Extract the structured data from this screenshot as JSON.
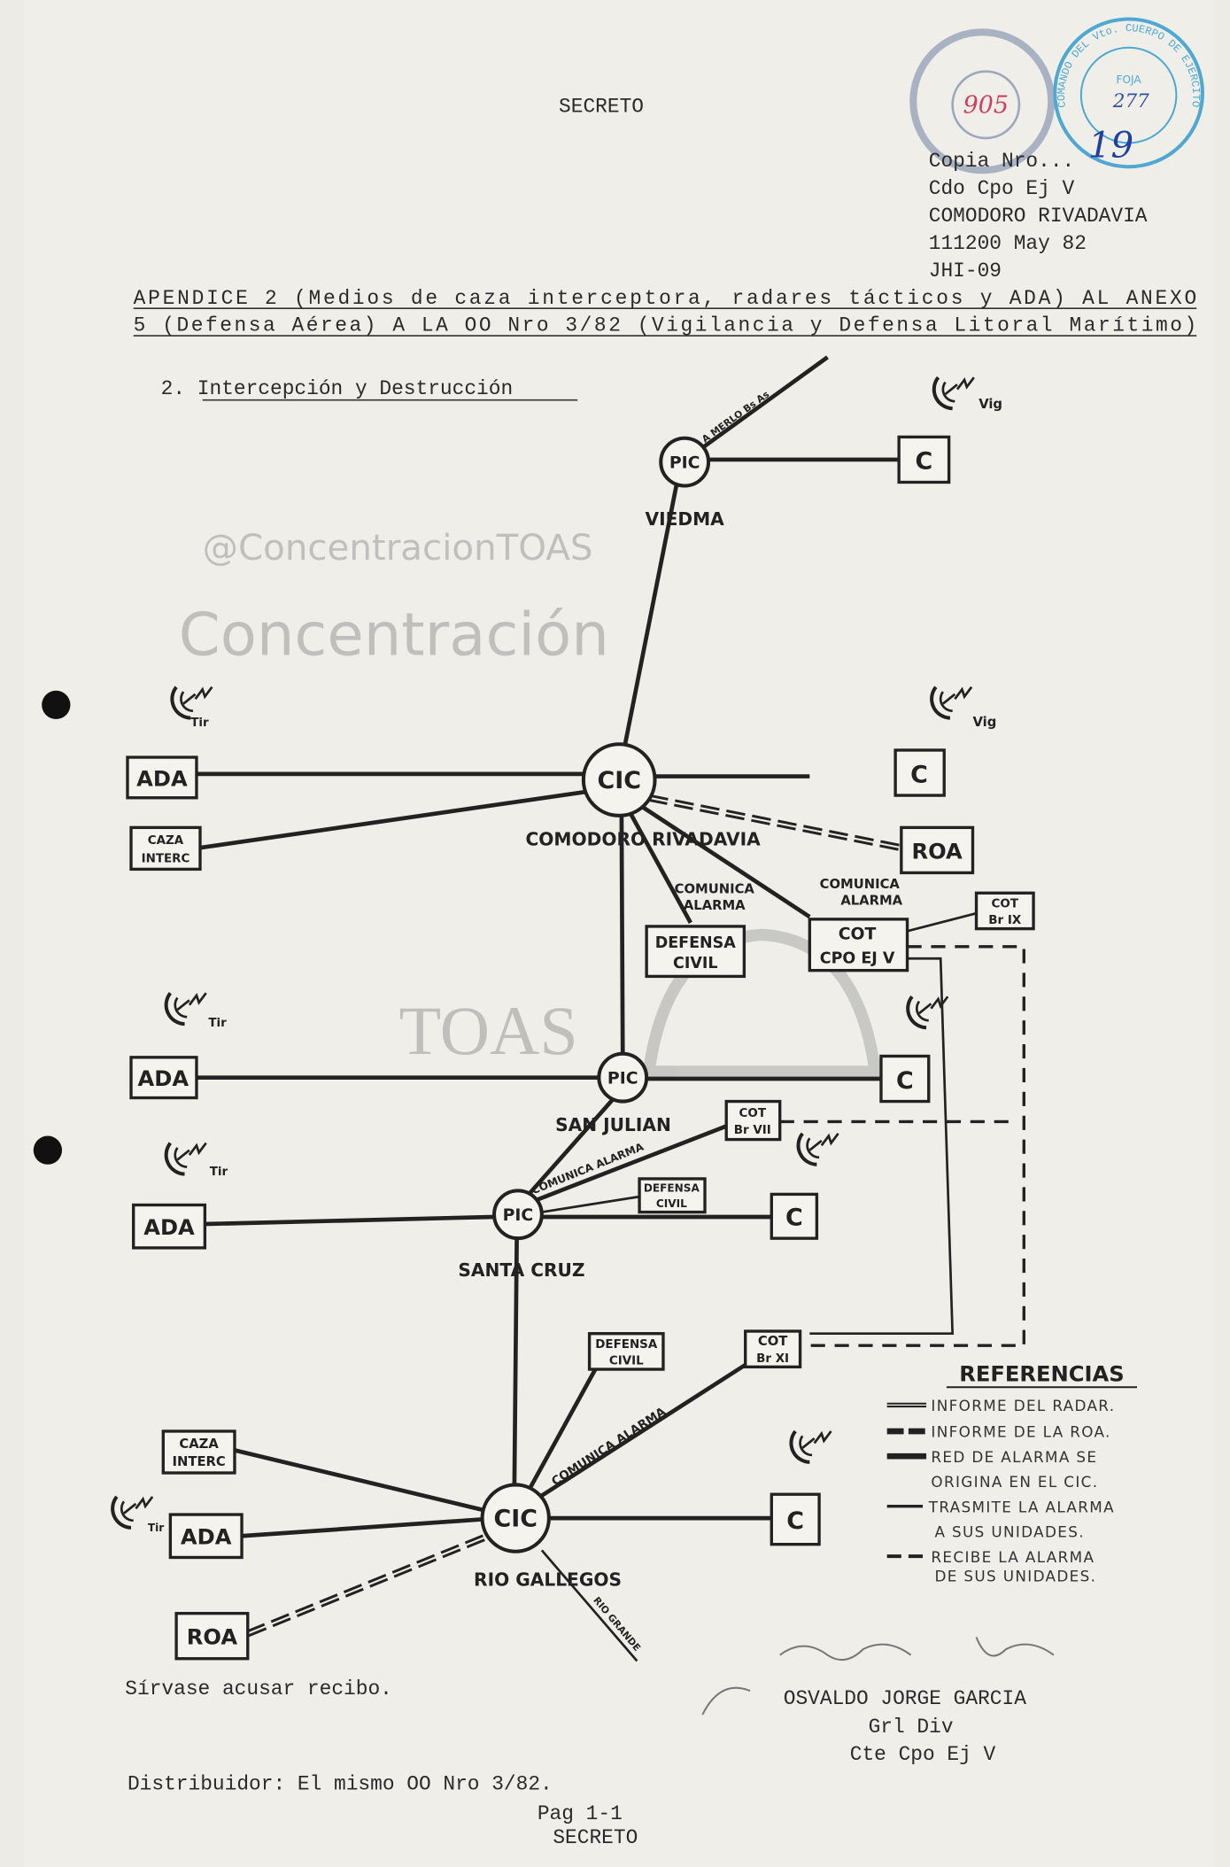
{
  "header": {
    "classification": "SECRETO"
  },
  "stamps": {
    "left_number": "905",
    "right_label": "FOJA",
    "right_number": "277",
    "right_ring": "COMANDO DEL Vto. CUERPO DE EJERCITO",
    "copy_number": "19"
  },
  "sender": {
    "lines": [
      "Copia Nro...",
      "Cdo Cpo Ej V",
      "COMODORO RIVADAVIA",
      "111200 May 82",
      "JHI-09"
    ]
  },
  "title": {
    "line1": "APENDICE 2 (Medios de caza interceptora, radares tácticos y ADA) AL ANEXO",
    "line2": "5 (Defensa Aérea) A LA OO Nro 3/82 (Vigilancia y Defensa Litoral Marítimo)"
  },
  "section": "2. Intercepción y Destrucción",
  "diagram": {
    "pic": "PIC",
    "cic": "CIC",
    "c": "C",
    "ada": "ADA",
    "roa": "ROA",
    "caza1": "CAZA",
    "caza2": "INTERC",
    "vig": "Vig",
    "tir": "Tir",
    "defensa1": "DEFENSA",
    "defensa2": "CIVIL",
    "comunica1": "COMUNICA",
    "comunica2": "ALARMA",
    "comunica_alarma": "COMUNICA ALARMA",
    "cot": "COT",
    "cpo": "CPO EJ V",
    "br9": "Br IX",
    "br7": "Br VII",
    "br11": "Br XI",
    "a_merlo": "A MERLO Bs As",
    "rio_grande": "RIO GRANDE",
    "viedma": "VIEDMA",
    "comodoro": "COMODORO RIVADAVIA",
    "san_julian": "SAN JULIAN",
    "santa_cruz": "SANTA CRUZ",
    "rio_gallegos": "RIO GALLEGOS"
  },
  "legend": {
    "title": "REFERENCIAS",
    "items": [
      "INFORME DEL RADAR.",
      "INFORME DE LA ROA.",
      "RED DE ALARMA SE",
      "ORIGINA EN EL CIC.",
      "TRASMITE LA ALARMA",
      "A SUS UNIDADES.",
      "RECIBE LA ALARMA",
      "DE SUS UNIDADES."
    ]
  },
  "watermark": {
    "line1": "@ConcentracionTOAS",
    "line2": "Concentración",
    "line3": "TOAS"
  },
  "footer": {
    "ack": "Sírvase acusar recibo.",
    "signer": "OSVALDO JORGE GARCIA",
    "rank": "Grl Div",
    "post": "Cte Cpo Ej V",
    "distribution": "Distribuidor: El mismo OO Nro 3/82.",
    "page": "Pag 1-1",
    "classification": "SECRETO"
  }
}
